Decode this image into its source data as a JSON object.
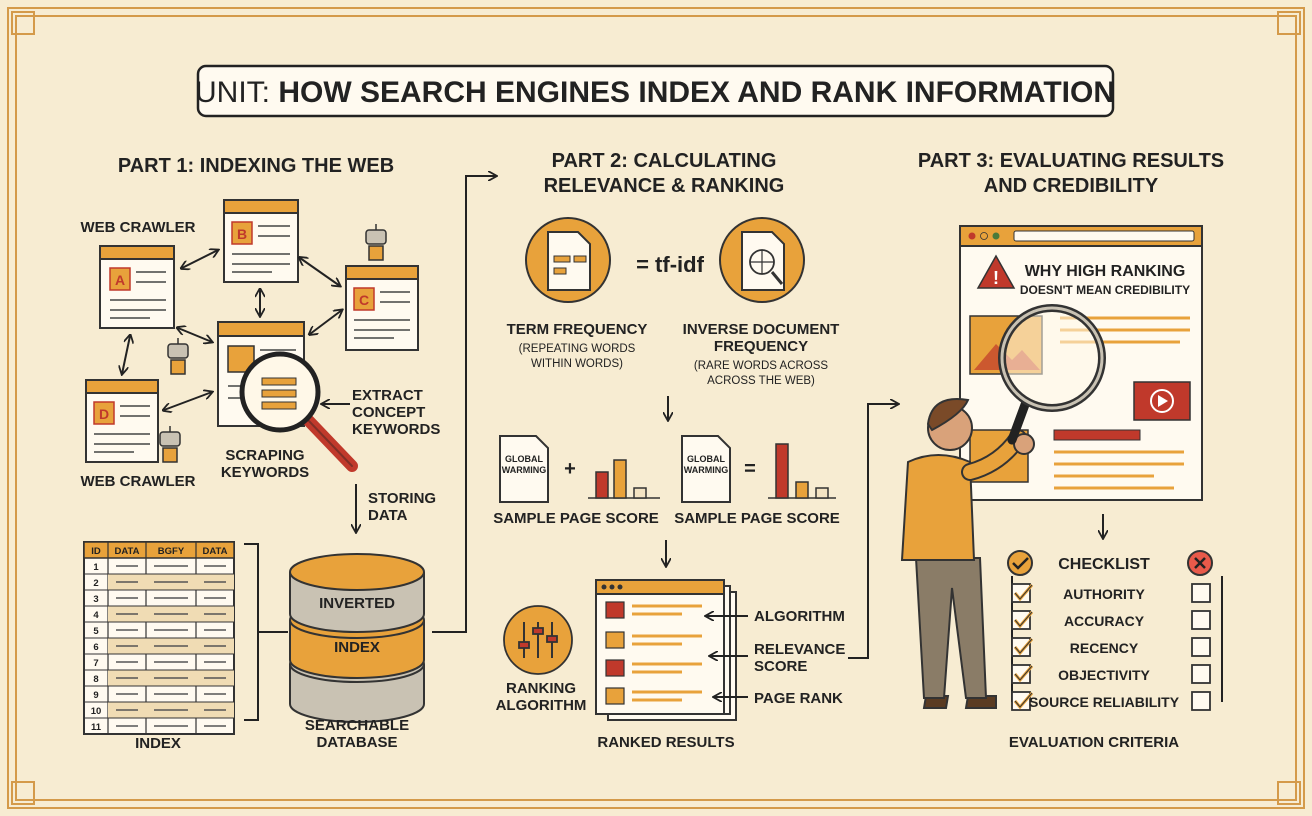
{
  "title": {
    "prefix": "UNIT:",
    "main": "HOW SEARCH ENGINES INDEX AND RANK INFORMATION"
  },
  "part1": {
    "heading": "PART 1: INDEXING THE WEB",
    "crawler_top": "WEB CRAWLER",
    "crawler_bottom": "WEB CRAWLER",
    "page_letters": [
      "A",
      "B",
      "C",
      "D"
    ],
    "extract_label": [
      "EXTRACT",
      "CONCEPT",
      "KEYWORDS"
    ],
    "scraping_label": [
      "SCRAPING",
      "KEYWORDS"
    ],
    "storing_label": [
      "STORING",
      "DATA"
    ],
    "index_table": {
      "headers": [
        "ID",
        "DATA",
        "BGFY",
        "DATA"
      ],
      "rows": [
        "1",
        "2",
        "3",
        "4",
        "5",
        "6",
        "7",
        "8",
        "9",
        "10",
        "11"
      ]
    },
    "index_label": "INDEX",
    "db_labels": [
      "INVERTED",
      "INDEX"
    ],
    "db_caption": [
      "SEARCHABLE",
      "DATABASE"
    ]
  },
  "part2": {
    "heading": [
      "PART 2: CALCULATING",
      "RELEVANCE & RANKING"
    ],
    "formula": "= tf-idf",
    "term_freq": {
      "title": "TERM FREQUENCY",
      "desc": [
        "(REPEATING WORDS",
        "WITHIN WORDS)"
      ]
    },
    "idf": {
      "title": [
        "INVERSE DOCUMENT",
        "FREQUENCY"
      ],
      "desc": [
        "(RARE WORDS ACROSS",
        "ACROSS THE WEB)"
      ]
    },
    "sample_doc_text": [
      "GLOBAL",
      "WARMING"
    ],
    "plus": "+",
    "equals": "=",
    "sample_score_1": "SAMPLE PAGE SCORE",
    "sample_score_2": "SAMPLE PAGE SCORE",
    "ranking_algo": [
      "RANKING",
      "ALGORITHM"
    ],
    "result_labels": {
      "algorithm": "ALGORITHM",
      "relevance": [
        "RELEVANCE",
        "SCORE"
      ],
      "pagerank": "PAGE RANK"
    },
    "ranked_results": "RANKED RESULTS"
  },
  "part3": {
    "heading": [
      "PART 3: EVALUATING RESULTS",
      "AND CREDIBILITY"
    ],
    "warning": [
      "WHY HIGH RANKING",
      "DOESN'T MEAN CREDIBILITY"
    ],
    "checklist_title": "CHECKLIST",
    "checklist_items": [
      "AUTHORITY",
      "ACCURACY",
      "RECENCY",
      "OBJECTIVITY",
      "SOURCE RELIABILITY"
    ],
    "evaluation_label": "EVALUATION CRITERIA"
  },
  "colors": {
    "accent": "#e8a23b",
    "red": "#c0392b",
    "background": "#f7ecd2",
    "border": "#d49a4a"
  }
}
